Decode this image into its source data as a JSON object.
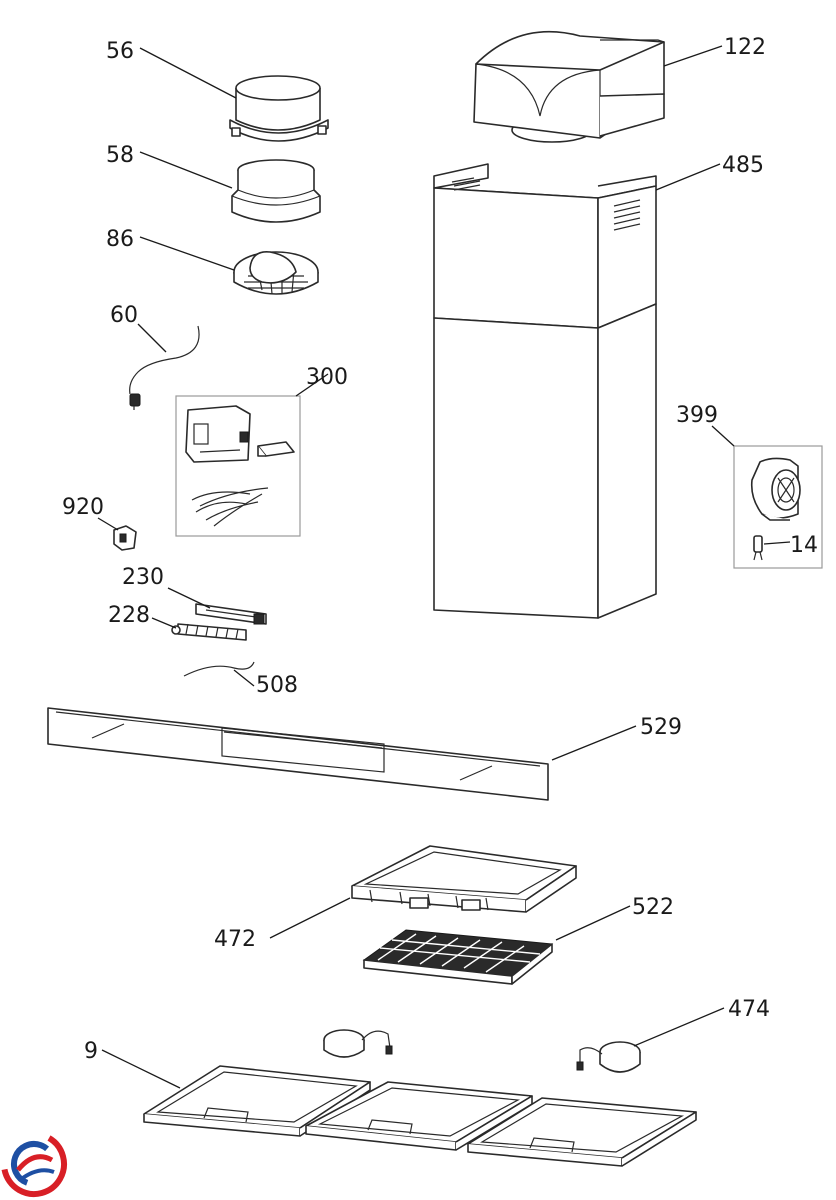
{
  "labels": {
    "p56": "56",
    "p58": "58",
    "p86": "86",
    "p60": "60",
    "p300": "300",
    "p920": "920",
    "p230": "230",
    "p228": "228",
    "p508": "508",
    "p122": "122",
    "p485": "485",
    "p399": "399",
    "p14": "14",
    "p529": "529",
    "p472": "472",
    "p522": "522",
    "p474": "474",
    "p9": "9"
  },
  "logo": {
    "colors": [
      "#d81f26",
      "#1e4fa3"
    ]
  }
}
